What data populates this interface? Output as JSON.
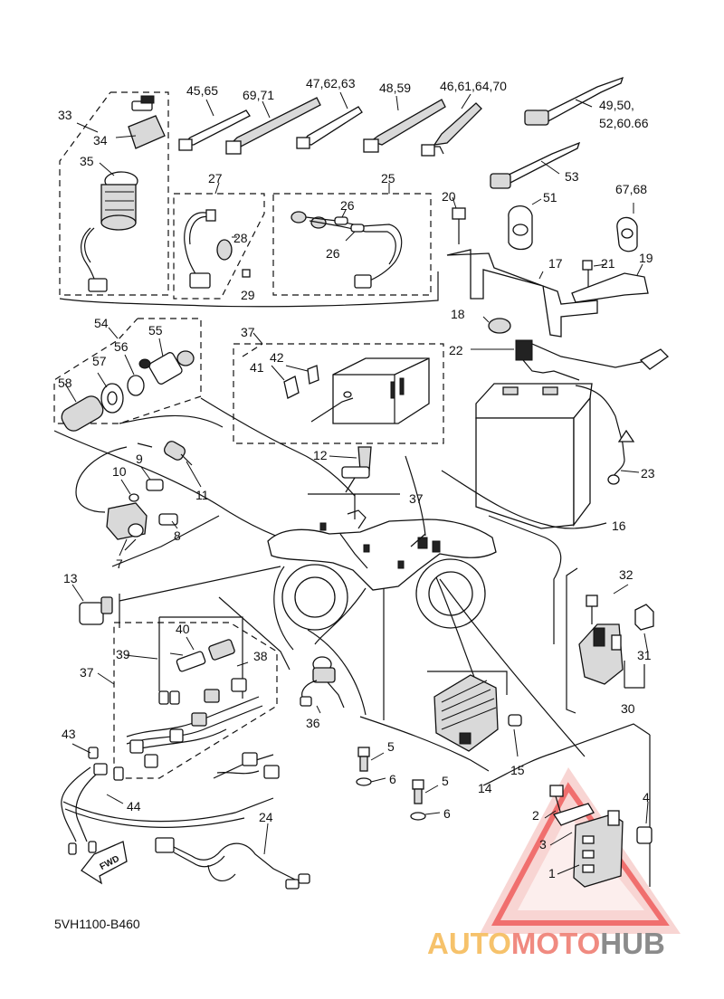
{
  "diagram": {
    "code": "5VH1100-B460",
    "labels": {
      "c1": "1",
      "c2": "2",
      "c3": "3",
      "c4": "4",
      "c5a": "5",
      "c5b": "5",
      "c6a": "6",
      "c6b": "6",
      "c7": "7",
      "c8": "8",
      "c9": "9",
      "c10": "10",
      "c11": "11",
      "c12": "12",
      "c13": "13",
      "c14": "14",
      "c15": "15",
      "c16": "16",
      "c17": "17",
      "c18": "18",
      "c19": "19",
      "c20": "20",
      "c21": "21",
      "c22": "22",
      "c23": "23",
      "c24": "24",
      "c25": "25",
      "c26a": "26",
      "c26b": "26",
      "c27": "27",
      "c28": "28",
      "c29": "29",
      "c30": "30",
      "c31": "31",
      "c32": "32",
      "c33": "33",
      "c34": "34",
      "c35": "35",
      "c36": "36",
      "c37a": "37",
      "c37b": "37",
      "c37c": "37",
      "c38": "38",
      "c39": "39",
      "c40": "40",
      "c41": "41",
      "c42": "42",
      "c43": "43",
      "c44": "44",
      "c45": "45,65",
      "c69": "69,71",
      "c47": "47,62,63",
      "c48": "48,59",
      "c46": "46,61,64,70",
      "c49a": "49,50,",
      "c49b": "52,60.66",
      "c53": "53",
      "c51": "51",
      "c67": "67,68",
      "c54": "54",
      "c55": "55",
      "c56": "56",
      "c57": "57",
      "c58": "58"
    },
    "fwd_label": "FWD"
  },
  "watermark": {
    "part_auto": "AUTO",
    "part_moto": "MOTO",
    "part_hub": "HUB",
    "color_auto": "#f6c26b",
    "color_moto": "#f08a80",
    "color_hub": "#8b8b8b",
    "triangle_color": "#ee4c4c"
  }
}
